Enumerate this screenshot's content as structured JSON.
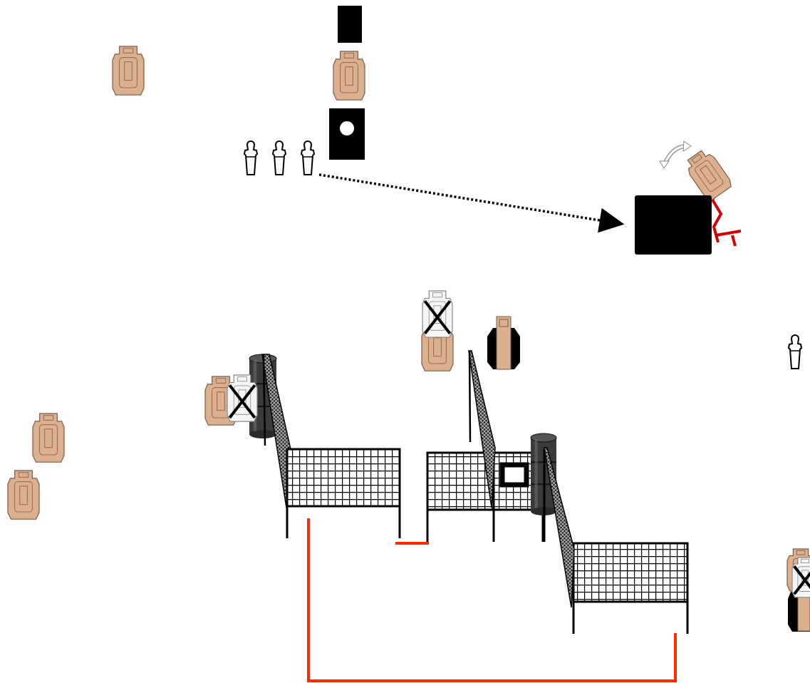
{
  "colors": {
    "background": "#ffffff",
    "paper_target_fill": "#dcb08e",
    "paper_target_stroke": "#7a5a44",
    "no_shoot_fill": "#f4f4f4",
    "steel": "#000000",
    "fault_line": "#ff2a00",
    "mover_frame": "#d40000",
    "barrel": "#3a3a3a",
    "fence": "#000000",
    "pointer": "#000000"
  },
  "legend_icons": [
    "popper-icon",
    "popper-icon",
    "popper-icon"
  ],
  "elements": [
    {
      "name": "paper-target-icon",
      "kind": "paper"
    },
    {
      "name": "steel-plate-icon",
      "kind": "steel"
    },
    {
      "name": "paper-target-icon",
      "kind": "paper"
    },
    {
      "name": "steel-target-with-hole-icon",
      "kind": "steel-hole"
    },
    {
      "name": "popper-group",
      "kind": "poppers"
    },
    {
      "name": "movement-arrow",
      "kind": "dotted-arrow"
    },
    {
      "name": "swinging-target-activator",
      "kind": "mover"
    },
    {
      "name": "barricade-wall",
      "kind": "fence"
    },
    {
      "name": "fault-line",
      "kind": "fault-line"
    },
    {
      "name": "barrel-icon",
      "kind": "barrel"
    }
  ]
}
